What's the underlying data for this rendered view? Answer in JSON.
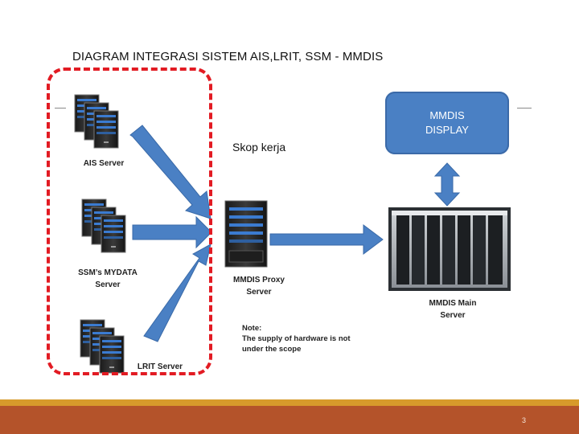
{
  "title": "DIAGRAM INTEGRASI SISTEM AIS,LRIT, SSM - MMDIS",
  "scope_label": "Skop kerja",
  "nodes": {
    "ais_server": "AIS Server",
    "ssm_server_line1": "SSM’s MYDATA",
    "ssm_server_line2": "Server",
    "lrit_server": "LRIT Server",
    "proxy_line1": "MMDIS Proxy",
    "proxy_line2": "Server",
    "main_line1": "MMDIS Main",
    "main_line2": "Server",
    "display_line1": "MMDIS",
    "display_line2": "DISPLAY"
  },
  "note": {
    "line1": "Note:",
    "line2": "The supply of hardware is not",
    "line3": "under the scope"
  },
  "page_number": "3",
  "colors": {
    "scope_border": "#e21b23",
    "arrow_fill": "#4a80c4",
    "display_fill": "#4a80c4",
    "footer_bar": "#b4532a",
    "footer_accent": "#d79a2b"
  }
}
